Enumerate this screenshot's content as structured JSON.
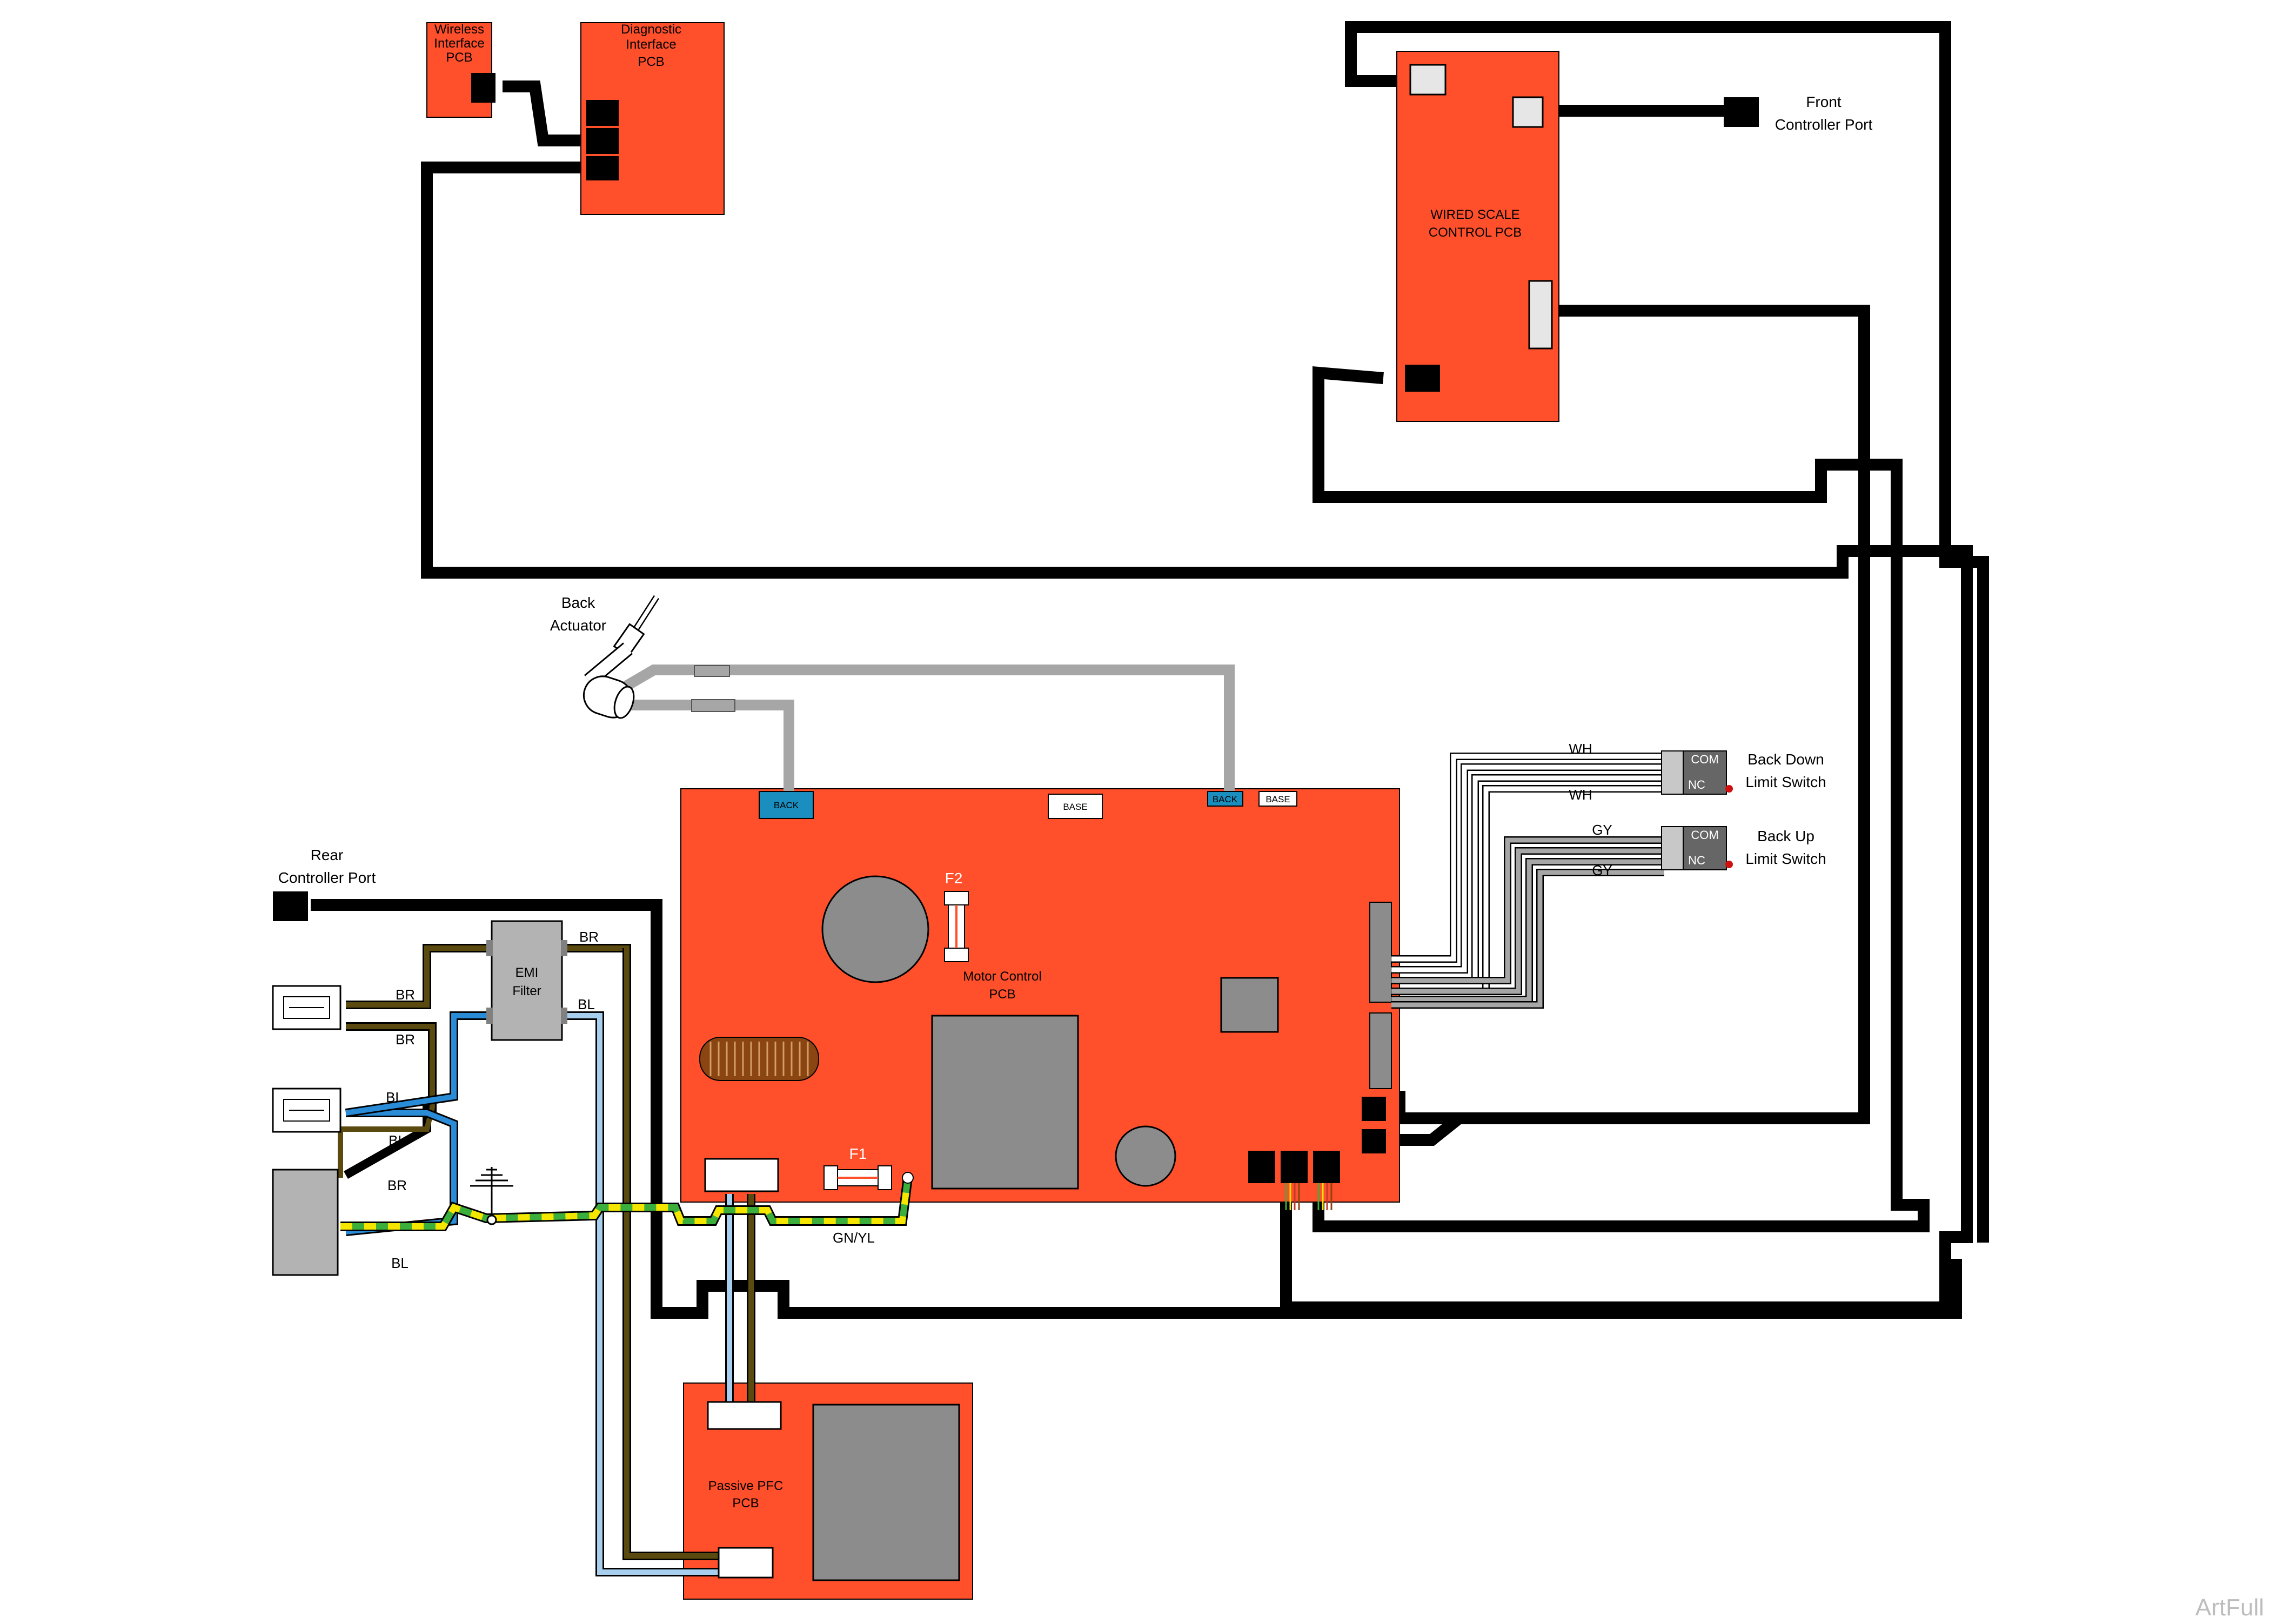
{
  "labels": {
    "wireless_pcb": [
      "Wireless",
      "Interface",
      "PCB"
    ],
    "diagnostic_pcb": [
      "Diagnostic",
      "Interface",
      "PCB"
    ],
    "wired_scale_pcb": [
      "WIRED SCALE",
      "CONTROL PCB"
    ],
    "front_controller_port": [
      "Front",
      "Controller Port"
    ],
    "back_actuator": [
      "Back",
      "Actuator"
    ],
    "rear_controller_port": [
      "Rear",
      "Controller Port"
    ],
    "motor_control_pcb": [
      "Motor Control",
      "PCB"
    ],
    "emi_filter": [
      "EMI",
      "Filter"
    ],
    "passive_pfc_pcb": [
      "Passive PFC",
      "PCB"
    ],
    "back_down_switch": [
      "Back Down",
      "Limit Switch"
    ],
    "back_up_switch": [
      "Back Up",
      "Limit Switch"
    ],
    "connector_back": "BACK",
    "connector_base": "BASE",
    "fuse_f1": "F1",
    "fuse_f2": "F2",
    "switch_com": "COM",
    "switch_nc": "NC",
    "wire_br": "BR",
    "wire_bl": "BL",
    "wire_wh": "WH",
    "wire_gy": "GY",
    "wire_gnyl": "GN/YL",
    "watermark": "ArtFull"
  },
  "colors": {
    "pcb": "#ff4f2b",
    "cable": "#000000",
    "actuator_cable": "#a6a6a6",
    "brown": "#5a4a10",
    "blue": "#2a8bd6",
    "light_blue": "#a8cfee",
    "green_yellow": [
      "#3cae3c",
      "#f5e600"
    ],
    "component_gray": "#8c8c8c",
    "back_connector": "#1a8fbf"
  }
}
